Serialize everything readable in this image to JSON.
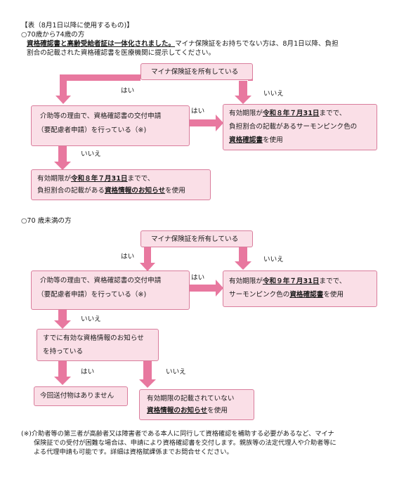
{
  "header": {
    "title": "【表（8月1日以降に使用するもの)】",
    "section1": "○70歳から74歳の方",
    "notice_bold": "資格確認書と高齢受給者証は一体化されました。",
    "notice_rest": "マイナ保険証をお持ちでない方は、8月1日以降、負担",
    "notice_line2": "割合の記載された資格確認書を医療機関に提示してください。"
  },
  "flow1": {
    "top": "マイナ保険証を所有している",
    "q_line1": "介助等の理由で、資格確認書の交付申請",
    "q_line2": "（要配慮者申請）を行っている（※)",
    "yes_result": {
      "l1_pre": "有効期限が",
      "l1_date": "令和８年７月31日",
      "l1_post": "までで、",
      "l2": "負担割合の記載があるサーモンピンク色の",
      "l3": "資格確認書",
      "l3_post": "を使用"
    },
    "no_result": {
      "l1_pre": "有効期限が",
      "l1_date": "令和８年７月31日",
      "l1_post": "までで、",
      "l2_pre": "負担割合の記載がある",
      "l2_bold": "資格情報のお知らせ",
      "l2_post": "を使用"
    },
    "label_yes_left": "はい",
    "label_no_top": "いいえ",
    "label_yes_mid": "はい",
    "label_no_down": "いいえ"
  },
  "section2": "○70 歳未満の方",
  "flow2": {
    "top": "マイナ保険証を所有している",
    "q_line1": "介助等の理由で、資格確認書の交付申請",
    "q_line2": "（要配慮者申請）を行っている（※)",
    "yes_result": {
      "l1_pre": "有効期限が",
      "l1_date": "令和９年７月31日",
      "l1_post": "までで、",
      "l2_pre": "サーモンピンク色の",
      "l2_bold": "資格確認書",
      "l2_post": "を使用"
    },
    "q2_line1": "すでに有効な資格情報のお知らせ",
    "q2_line2": "を持っている",
    "yes2_result": "今回送付物はありません",
    "no2_result": {
      "l1": "有効期限の記載されていない",
      "l2_bold": "資格情報のお知らせ",
      "l2_post": "を使用"
    },
    "label_yes_left": "はい",
    "label_no_top": "いいえ",
    "label_yes_mid": "はい",
    "label_no_down": "いいえ",
    "label_yes_q2": "はい",
    "label_no_q2": "いいえ"
  },
  "footnote": {
    "l1": "(※)介助者等の第三者が高齢者又は障害者である本人に同行して資格確認を補助する必要があるなど、マイナ",
    "l2": "保険証での受付が困難な場合は、申請により資格確認書を交付します。親族等の法定代理人や介助者等に",
    "l3": "よる代理申請も可能です。詳細は資格賦課係までお問合せください。"
  },
  "colors": {
    "box_fill": "#fadfe7",
    "box_border": "#d97d9c",
    "arrow": "#e8789f"
  }
}
